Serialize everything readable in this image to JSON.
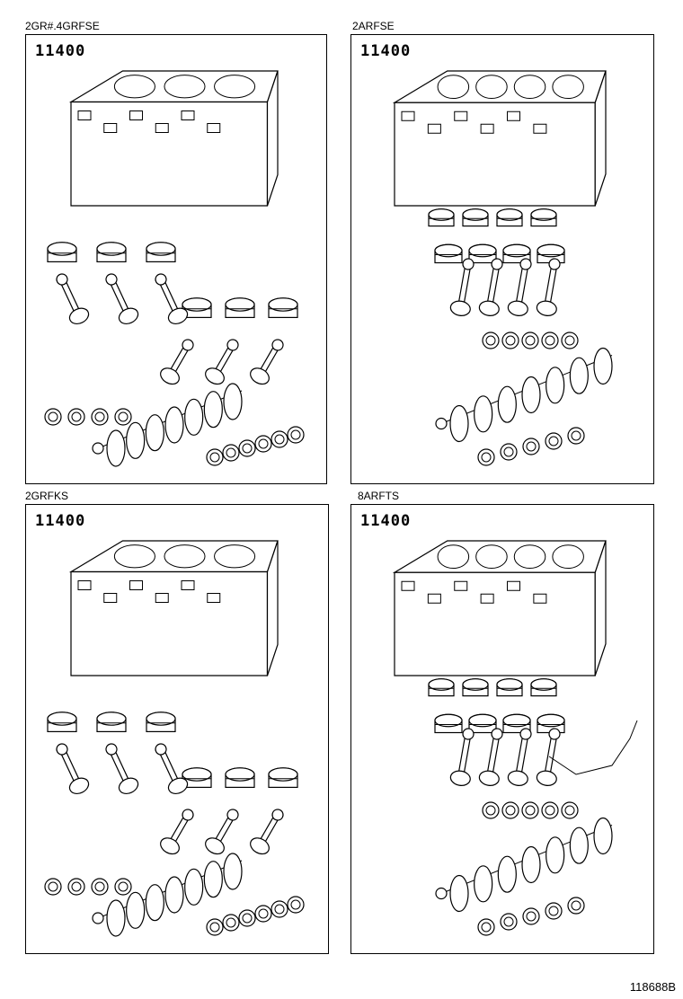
{
  "panels": [
    {
      "engine_label": "2GR#.4GRFSE",
      "part_number": "11400",
      "layout": "v6",
      "icon": "engine-block-v6-icon"
    },
    {
      "engine_label": "2ARFSE",
      "part_number": "11400",
      "layout": "i4",
      "icon": "engine-block-i4-icon"
    },
    {
      "engine_label": "2GRFKS",
      "part_number": "11400",
      "layout": "v6",
      "icon": "engine-block-v6-icon"
    },
    {
      "engine_label": "8ARFTS",
      "part_number": "11400",
      "layout": "i4turbo",
      "icon": "engine-block-i4-icon"
    }
  ],
  "footer": {
    "figure_id": "118688B"
  }
}
